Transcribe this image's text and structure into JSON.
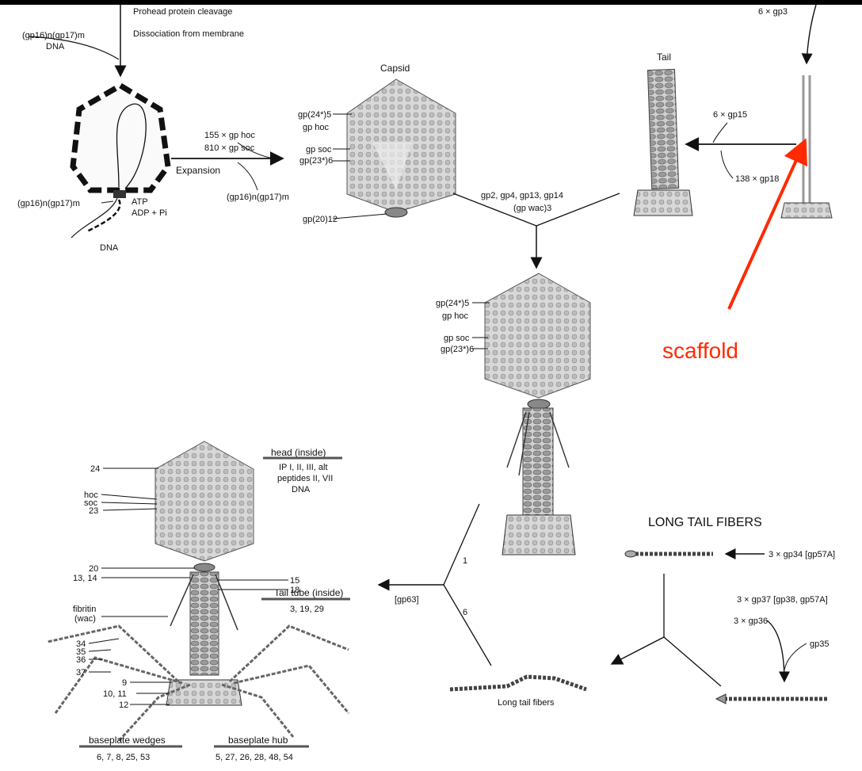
{
  "top_left": {
    "step1": "Prohead protein cleavage",
    "step2": "Dissociation from membrane",
    "complex": "(gp16)n(gp17)m",
    "dna": "DNA"
  },
  "prohead": {
    "complex": "(gp16)n(gp17)m",
    "atp": "ATP",
    "adp": "ADP + Pi",
    "dna": "DNA"
  },
  "expansion": {
    "hoc": "155 × gp hoc",
    "soc": "810 × gp soc",
    "label": "Expansion",
    "released": "(gp16)n(gp17)m"
  },
  "capsid": {
    "title": "Capsid",
    "labels": [
      "gp(24*)5",
      "gp hoc",
      "gp soc",
      "gp(23*)6",
      "gp(20)12"
    ]
  },
  "tail": {
    "title": "Tail",
    "gp15": "6 × gp15",
    "gp18": "138 × gp18",
    "gp3": "6 × gp3"
  },
  "junction": {
    "proteins": "gp2, gp4, gp13, gp14",
    "wac": "(gp wac)3"
  },
  "annotation": {
    "text": "scaffold",
    "color": "#ff2a00"
  },
  "mature_head": {
    "labels": [
      "gp(24*)5",
      "gp hoc",
      "gp soc",
      "gp(23*)6"
    ]
  },
  "ltf": {
    "title": "LONG TAIL FIBERS",
    "gp34": "3 × gp34 [gp57A]",
    "gp37": "3 × gp37 [gp38, gp57A]",
    "gp36": "3 × gp36",
    "gp35": "gp35",
    "final": "Long tail fibers"
  },
  "assembly": {
    "gp63": "[gp63]",
    "one": "1",
    "six": "6"
  },
  "full_phage": {
    "head_title": "head (inside)",
    "head_contents": [
      "IP I, II, III, alt",
      "peptides II, VII",
      "DNA"
    ],
    "tube_title": "Tail tube (inside)",
    "tube_contents": "3, 19, 29",
    "left_labels": [
      "24",
      "hoc",
      "soc",
      "23",
      "20",
      "13, 14",
      "fibritin",
      "(wac)",
      "34",
      "35",
      "36",
      "37",
      "9",
      "10, 11",
      "12"
    ],
    "right_labels": [
      "15",
      "18"
    ],
    "wedges_title": "baseplate wedges",
    "wedges": "6, 7, 8, 25, 53",
    "hub_title": "baseplate hub",
    "hub": "5, 27, 26, 28, 48, 54"
  }
}
